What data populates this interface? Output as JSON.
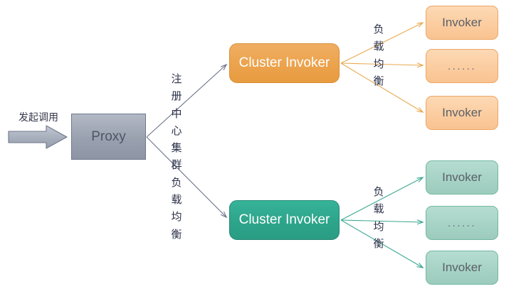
{
  "diagram": {
    "clipped_title": "",
    "entry": {
      "label": "发起调用",
      "arrow_icon": "right-block-arrow-icon"
    },
    "proxy": {
      "label": "Proxy"
    },
    "registry_label": {
      "text": "注册中心集群负载均衡",
      "chars": [
        "注",
        "册",
        "中",
        "心",
        "集",
        "群",
        "负",
        "载",
        "均",
        "衡"
      ]
    },
    "load_balance_label_top": {
      "text": "负载均衡",
      "chars": [
        "负",
        "载",
        "均",
        "衡"
      ]
    },
    "load_balance_label_bottom": {
      "text": "负载均衡",
      "chars": [
        "负",
        "载",
        "均",
        "衡"
      ]
    },
    "clusters": [
      {
        "label": "Cluster Invoker",
        "color": "#eca44f"
      },
      {
        "label": "Cluster Invoker",
        "color": "#2ea68c"
      }
    ],
    "invokers_orange": [
      {
        "label": "Invoker"
      },
      {
        "label": "......"
      },
      {
        "label": "Invoker"
      }
    ],
    "invokers_teal": [
      {
        "label": "Invoker"
      },
      {
        "label": "......"
      },
      {
        "label": "Invoker"
      }
    ],
    "colors": {
      "proxy_fill": "#9aa2b0",
      "proxy_border": "#6f7889",
      "cluster_orange": "#eca44f",
      "cluster_teal": "#2ea68c",
      "invoker_orange": "#fbcda0",
      "invoker_teal": "#a6d3c5",
      "connector_gray": "#6b7488",
      "connector_orange": "#e9a94f",
      "connector_teal": "#3aa891",
      "text_dark": "#2b3148",
      "background": "#ffffff"
    }
  }
}
